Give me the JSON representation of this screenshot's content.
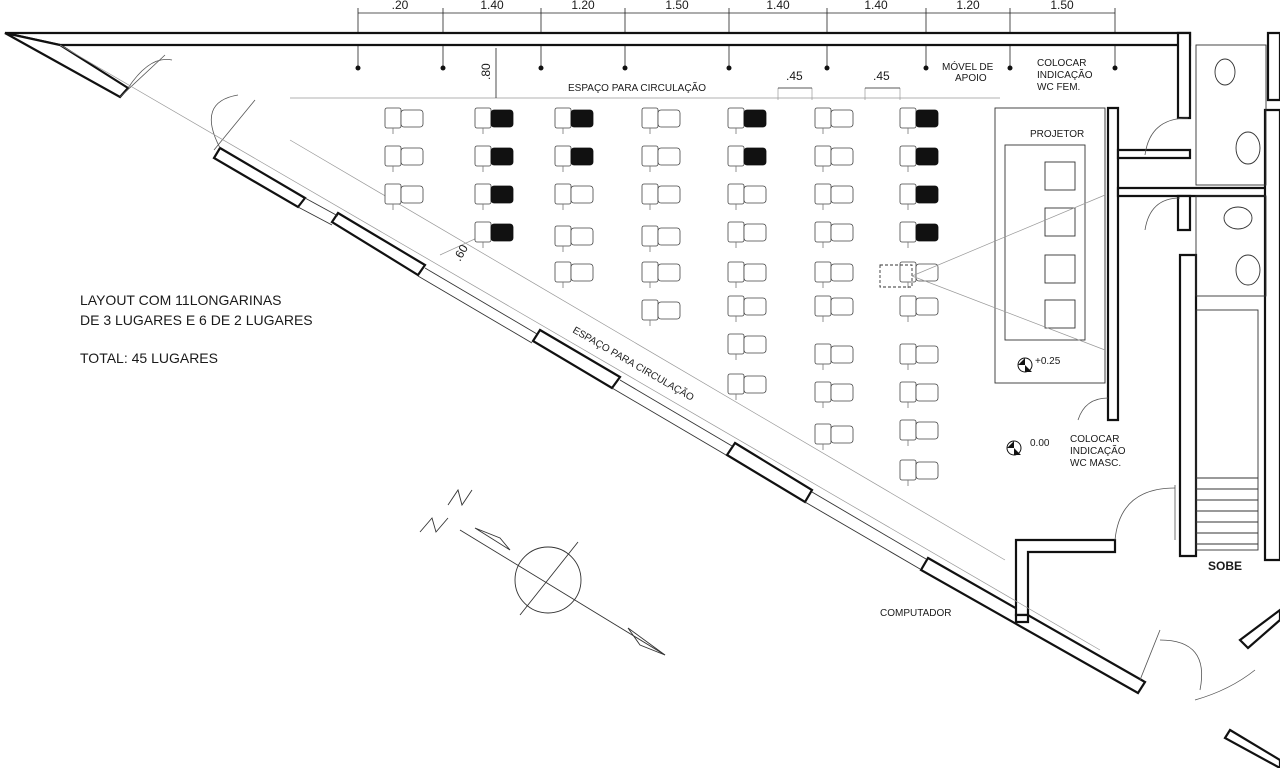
{
  "dimensions": {
    "top": [
      ".20",
      "1.40",
      "1.20",
      "1.50",
      "1.40",
      "1.40",
      "1.20",
      "1.50"
    ],
    "aisle_gap": ".45",
    "aisle_gap_2": ".45",
    "left_offset": ".80",
    "diag_offset": ".60"
  },
  "labels": {
    "circulation_top": "ESPAÇO PARA CIRCULAÇÃO",
    "circulation_diag": "ESPAÇO PARA CIRCULAÇÃO",
    "movel_l1": "MÓVEL DE",
    "movel_l2": "APOIO",
    "wc_fem_l1": "COLOCAR",
    "wc_fem_l2": "INDICAÇÃO",
    "wc_fem_l3": "WC FEM.",
    "projetor": "PROJETOR",
    "level_high": "+0.25",
    "level_zero": "0.00",
    "wc_masc_l1": "COLOCAR",
    "wc_masc_l2": "INDICAÇÃO",
    "wc_masc_l3": "WC MASC.",
    "computador": "COMPUTADOR",
    "sobe": "SOBE"
  },
  "layout_note": {
    "line1": "LAYOUT COM 11LONGARINAS",
    "line2": "DE 3 LUGARES E 6 DE 2 LUGARES",
    "total": "TOTAL: 45 LUGARES"
  },
  "compass": {
    "north_label": "N"
  },
  "colors": {
    "ink": "#111111",
    "seat_occupied": "#111111",
    "seat_empty": "#ffffff"
  }
}
